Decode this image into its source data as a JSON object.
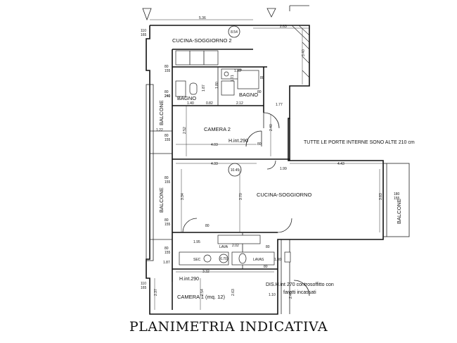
{
  "title": "PLANIMETRIA INDICATIVA",
  "note": "TUTTE LE PORTE INTERNE SONO ALTE 210 cm",
  "rooms": [
    {
      "label": "CUCINA-SOGGIORNO 2"
    },
    {
      "label": "BAGNO"
    },
    {
      "label": "BAGNO"
    },
    {
      "label": "CAMERA 2"
    },
    {
      "label": "H.int.290"
    },
    {
      "label": "CUCINA-SOGGIORNO"
    },
    {
      "label": "H.int.290"
    },
    {
      "label": "CAMERA 1 (mq. 12)"
    },
    {
      "label": "DIS.H.int 270 controsoffitto con"
    },
    {
      "label": "faretti incassati"
    }
  ],
  "balconies": [
    {
      "label": "BALCONE"
    },
    {
      "label": "BALCONE"
    },
    {
      "label": "BALCONE"
    }
  ],
  "circles": [
    {
      "label": "8.54"
    },
    {
      "label": "10.45"
    },
    {
      "label": "6.70"
    }
  ],
  "dimensions": [
    {
      "label": "5.36"
    },
    {
      "label": "2.63"
    },
    {
      "label": "110"
    },
    {
      "label": "165"
    },
    {
      "label": "3.40"
    },
    {
      "label": "80"
    },
    {
      "label": "155"
    },
    {
      "label": "1.89"
    },
    {
      "label": "80"
    },
    {
      "label": "240"
    },
    {
      "label": "1.71"
    },
    {
      "label": "1.80"
    },
    {
      "label": "1.87"
    },
    {
      "label": "80"
    },
    {
      "label": "240"
    },
    {
      "label": "1.40"
    },
    {
      "label": "0.82"
    },
    {
      "label": "2.12"
    },
    {
      "label": "1.77"
    },
    {
      "label": "1.22"
    },
    {
      "label": "2.52"
    },
    {
      "label": "2.40"
    },
    {
      "label": "80"
    },
    {
      "label": "155"
    },
    {
      "label": "4.03"
    },
    {
      "label": "80"
    },
    {
      "label": "4.33"
    },
    {
      "label": "1.99"
    },
    {
      "label": "4.43"
    },
    {
      "label": "80"
    },
    {
      "label": "155"
    },
    {
      "label": "3.34"
    },
    {
      "label": "3.70"
    },
    {
      "label": "3.83"
    },
    {
      "label": "180"
    },
    {
      "label": "155"
    },
    {
      "label": "80"
    },
    {
      "label": "155"
    },
    {
      "label": "80"
    },
    {
      "label": "1.95"
    },
    {
      "label": "2.02"
    },
    {
      "label": "80"
    },
    {
      "label": "80"
    },
    {
      "label": "155"
    },
    {
      "label": "1.30"
    },
    {
      "label": "1.87"
    },
    {
      "label": "3.32"
    },
    {
      "label": "110"
    },
    {
      "label": "165"
    },
    {
      "label": "2.37"
    },
    {
      "label": "2.54"
    },
    {
      "label": "2.63"
    },
    {
      "label": "2.45"
    },
    {
      "label": "1.10"
    },
    {
      "label": "80"
    },
    {
      "label": "80"
    }
  ],
  "fixtures": [
    {
      "label": "LAVA"
    },
    {
      "label": "SEC"
    },
    {
      "label": "LAVAS"
    }
  ]
}
